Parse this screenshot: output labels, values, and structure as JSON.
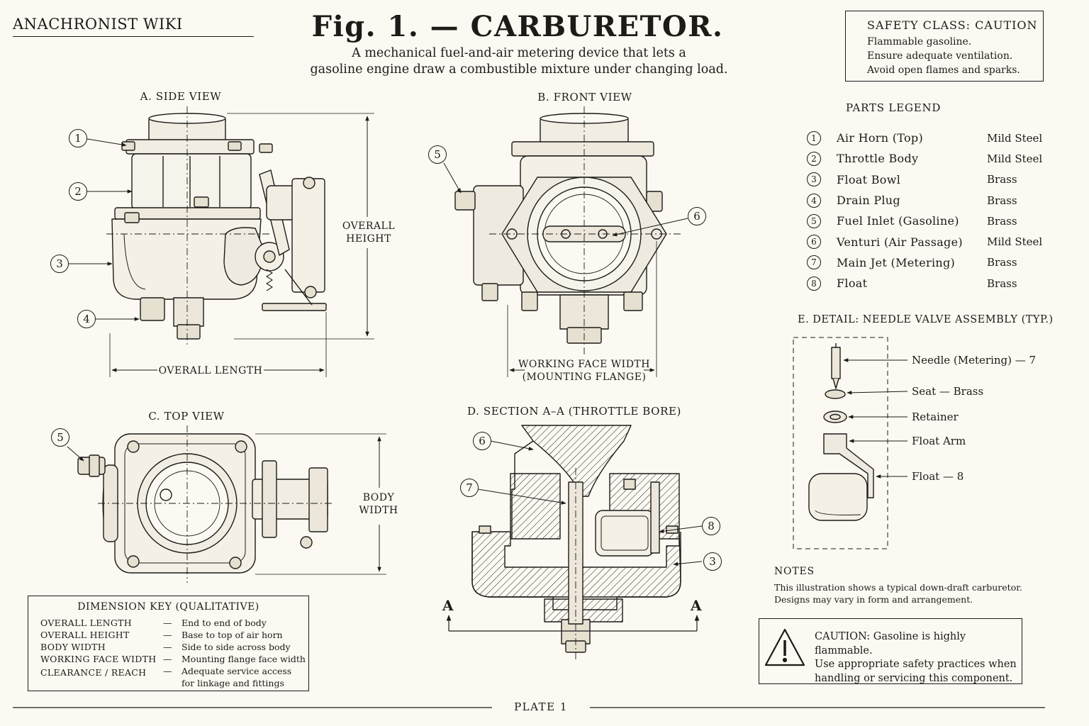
{
  "header": {
    "wiki_title": "ANACHRONIST WIKI",
    "figure_title": "Fig. 1. — CARBURETOR.",
    "subtitle_line1": "A mechanical fuel-and-air metering device that lets a",
    "subtitle_line2": "gasoline engine draw a combustible mixture under changing load."
  },
  "safety": {
    "heading": "SAFETY CLASS: CAUTION",
    "lines": [
      "Flammable gasoline.",
      "Ensure adequate ventilation.",
      "Avoid open flames and sparks."
    ]
  },
  "views": {
    "side": "A. SIDE VIEW",
    "front": "B. FRONT VIEW",
    "top": "C. TOP VIEW",
    "section": "D. SECTION A–A (THROTTLE BORE)"
  },
  "dimensions": {
    "overall_height_line1": "OVERALL",
    "overall_height_line2": "HEIGHT",
    "overall_length": "OVERALL LENGTH",
    "working_face_line1": "WORKING FACE WIDTH",
    "working_face_line2": "(MOUNTING FLANGE)",
    "body_width_line1": "BODY",
    "body_width_line2": "WIDTH",
    "section_marker": "A"
  },
  "callouts": {
    "side": [
      "1",
      "2",
      "3",
      "4"
    ],
    "front": [
      "5",
      "6"
    ],
    "top": [
      "5"
    ],
    "section": [
      "6",
      "7",
      "8",
      "3"
    ]
  },
  "legend": {
    "title": "PARTS LEGEND",
    "items": [
      {
        "num": "1",
        "name": "Air Horn (Top)",
        "material": "Mild Steel"
      },
      {
        "num": "2",
        "name": "Throttle Body",
        "material": "Mild Steel"
      },
      {
        "num": "3",
        "name": "Float Bowl",
        "material": "Brass"
      },
      {
        "num": "4",
        "name": "Drain Plug",
        "material": "Brass"
      },
      {
        "num": "5",
        "name": "Fuel Inlet (Gasoline)",
        "material": "Brass"
      },
      {
        "num": "6",
        "name": "Venturi (Air Passage)",
        "material": "Mild Steel"
      },
      {
        "num": "7",
        "name": "Main Jet (Metering)",
        "material": "Brass"
      },
      {
        "num": "8",
        "name": "Float",
        "material": "Brass"
      }
    ]
  },
  "detail": {
    "title": "E. DETAIL: NEEDLE VALVE ASSEMBLY (TYP.)",
    "labels": [
      "Needle (Metering) — 7",
      "Seat — Brass",
      "Retainer",
      "Float Arm",
      "Float — 8"
    ]
  },
  "notes": {
    "title": "NOTES",
    "line1": "This illustration shows a typical down-draft carburetor.",
    "line2": "Designs may vary in form and arrangement."
  },
  "caution": {
    "line1": "CAUTION: Gasoline is highly flammable.",
    "line2": "Use appropriate safety practices when",
    "line3": "handling or servicing this component."
  },
  "dimension_key": {
    "title": "DIMENSION KEY (QUALITATIVE)",
    "rows": [
      {
        "term": "OVERALL LENGTH",
        "desc": "End to end of body"
      },
      {
        "term": "OVERALL HEIGHT",
        "desc": "Base to top of air horn"
      },
      {
        "term": "BODY WIDTH",
        "desc": "Side to side across body"
      },
      {
        "term": "WORKING FACE WIDTH",
        "desc": "Mounting flange face width"
      },
      {
        "term": "CLEARANCE / REACH",
        "desc": "Adequate service access"
      }
    ],
    "desc_continuation": "for linkage and fittings",
    "dash": "—"
  },
  "footer": {
    "plate": "PLATE 1"
  }
}
